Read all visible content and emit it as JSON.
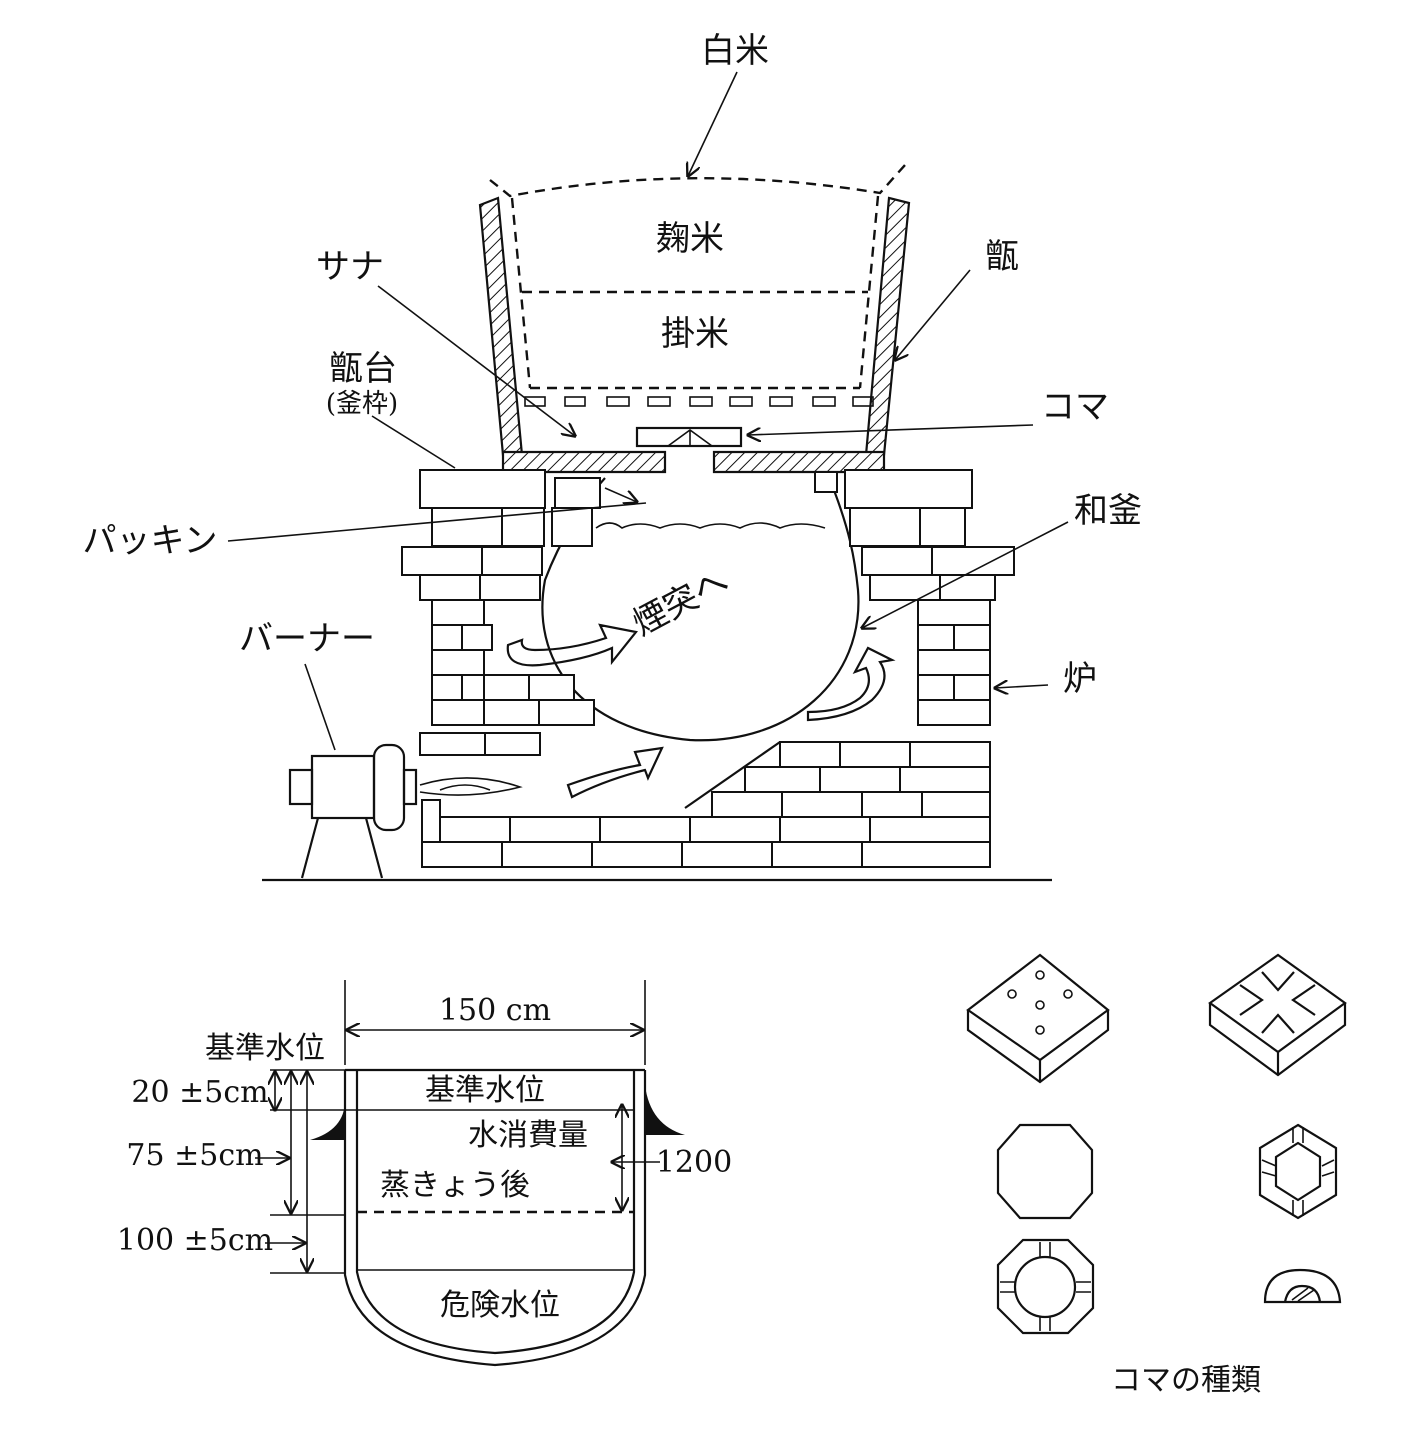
{
  "steamer_diagram": {
    "labels": {
      "hakumai": "白米",
      "koujimai": "麹米",
      "kakemai": "掛米",
      "sana": "サナ",
      "koshiki": "甑",
      "koshiki_dai": "甑台",
      "kamawaku": "(釜枠)",
      "koma": "コマ",
      "packing": "パッキン",
      "wagama": "和釜",
      "entotsu": "煙突へ",
      "burner": "バーナー",
      "ro": "炉"
    }
  },
  "water_level_diagram": {
    "width_label": "150 cm",
    "kijun_outer": "基準水位",
    "kijun_inner": "基準水位",
    "consumption": "水消費量",
    "after_steaming": "蒸きょう後",
    "danger": "危険水位",
    "dim_20": "20 ±5cm",
    "dim_75": "75 ±5cm",
    "dim_100": "100 ±5cm",
    "volume": "1200"
  },
  "koma_types": {
    "caption": "コマの種類"
  },
  "colors": {
    "ink": "#111111",
    "paper": "#ffffff"
  }
}
